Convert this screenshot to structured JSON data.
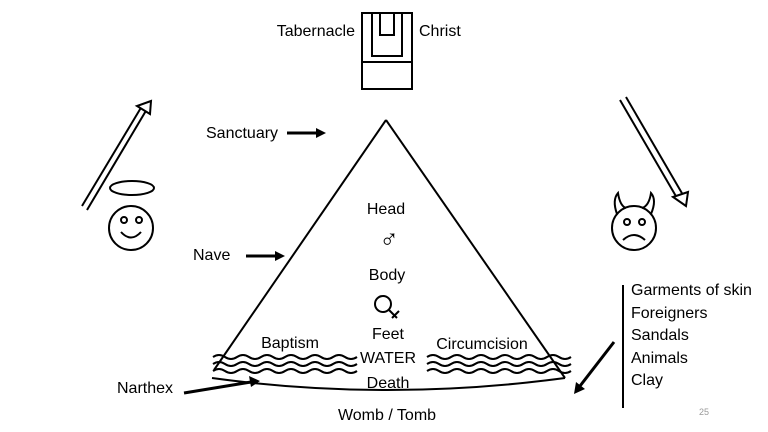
{
  "labels": {
    "tabernacle": "Tabernacle",
    "christ": "Christ",
    "sanctuary": "Sanctuary",
    "nave": "Nave",
    "narthex": "Narthex",
    "head": "Head",
    "body": "Body",
    "feet": "Feet",
    "water": "WATER",
    "death": "Death",
    "baptism": "Baptism",
    "circumcision": "Circumcision",
    "womb_tomb": "Womb / Tomb"
  },
  "list_items": [
    "Garments of skin",
    "Foreigners",
    "Sandals",
    "Animals",
    "Clay"
  ],
  "page_number": "25",
  "symbols": {
    "male": "♂",
    "female": "♀"
  },
  "icons": [
    "tabernacle-icon",
    "angel-smiley-icon",
    "devil-frowny-icon"
  ]
}
